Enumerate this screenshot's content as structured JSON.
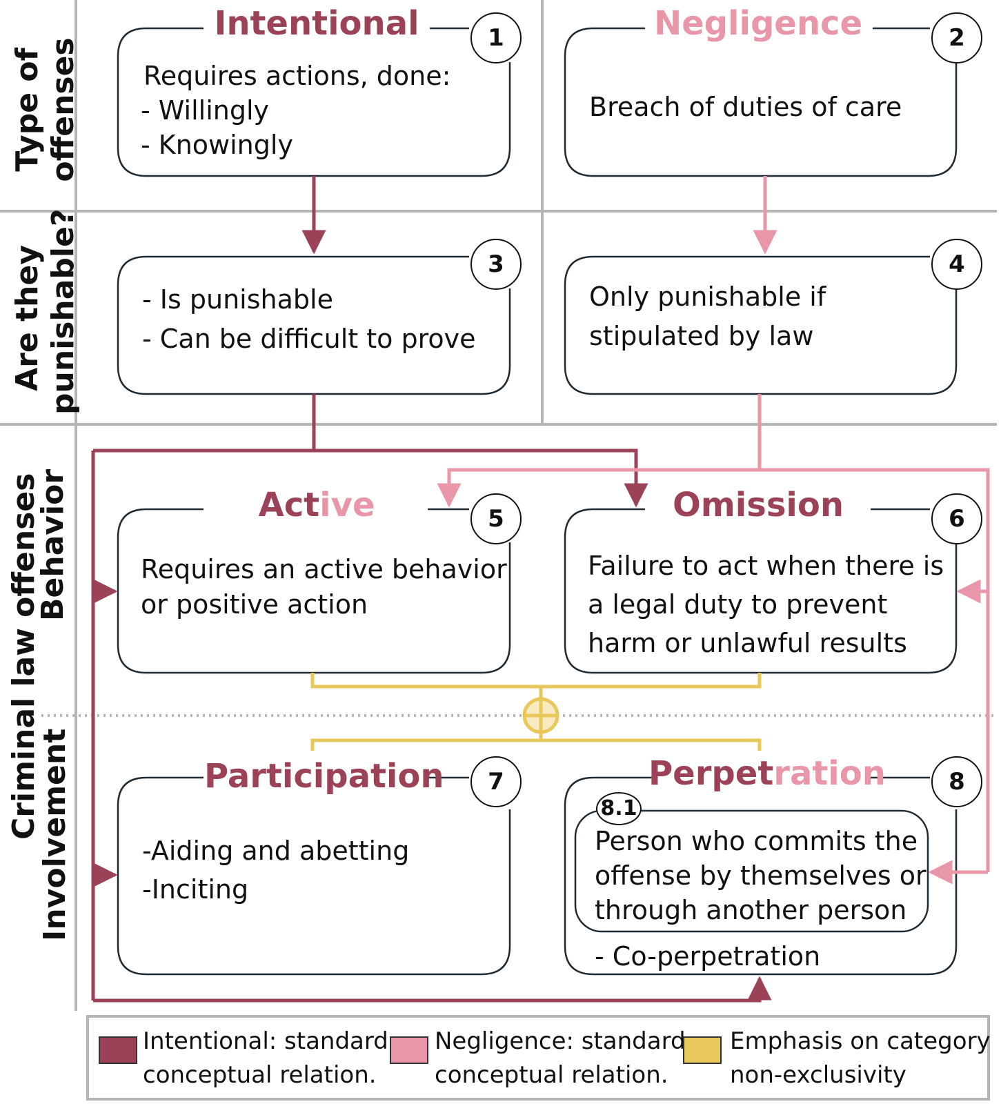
{
  "colors": {
    "intentional": "#9b4257",
    "negligence": "#e896a8",
    "emphasis": "#e8c85a",
    "grid": "#b5b5b5",
    "border": "#1e2a33"
  },
  "row_labels": {
    "type": [
      "Type of",
      "offenses"
    ],
    "punishable": [
      "Are they",
      "punishable?"
    ],
    "criminal": "Criminal law offenses",
    "behavior": "Behavior",
    "involvement": "Involvement"
  },
  "boxes": {
    "b1": {
      "title": "Intentional",
      "badge": "1",
      "lines": [
        "Requires actions, done:",
        "- Willingly",
        "- Knowingly"
      ]
    },
    "b2": {
      "title": "Negligence",
      "badge": "2",
      "lines": [
        "Breach of duties of care"
      ]
    },
    "b3": {
      "badge": "3",
      "lines": [
        "- Is punishable",
        "- Can be difficult to prove"
      ]
    },
    "b4": {
      "badge": "4",
      "lines": [
        "Only punishable if",
        "stipulated by law"
      ]
    },
    "b5": {
      "title_a": "Act",
      "title_b": "ive",
      "badge": "5",
      "lines": [
        "Requires an active behavior",
        "or positive action"
      ]
    },
    "b6": {
      "title": "Omission",
      "badge": "6",
      "lines": [
        "Failure to act when there is",
        "a legal duty to prevent",
        "harm or unlawful results"
      ]
    },
    "b7": {
      "title": "Participation",
      "badge": "7",
      "lines": [
        "-Aiding and abetting",
        "-Inciting"
      ]
    },
    "b8": {
      "title_a": "Perpet",
      "title_b": "ration",
      "badge": "8",
      "sub_badge": "8.1",
      "sub_lines": [
        "Person who commits the",
        "offense by themselves or",
        "through another person"
      ],
      "extra": "- Co-perpetration"
    }
  },
  "legend": [
    {
      "lines": [
        "Intentional: standard",
        "conceptual relation."
      ],
      "color": "#9b4257"
    },
    {
      "lines": [
        "Negligence: standard",
        "conceptual relation."
      ],
      "color": "#e896a8"
    },
    {
      "lines": [
        "Emphasis on category",
        "non-exclusivity"
      ],
      "color": "#e8c85a"
    }
  ]
}
